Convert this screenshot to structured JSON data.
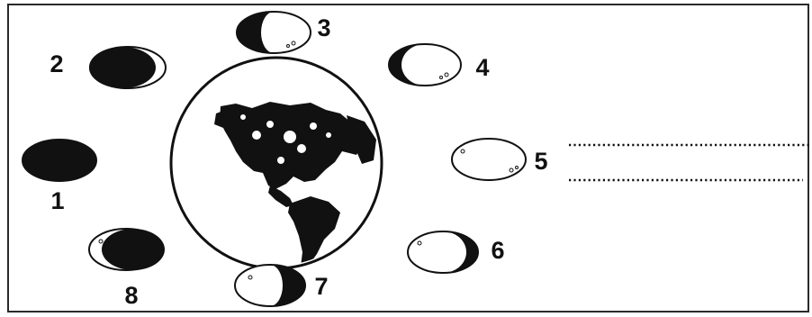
{
  "diagram": {
    "phase_labels": [
      "1",
      "2",
      "3",
      "4",
      "5",
      "6",
      "7",
      "8"
    ],
    "answer_lines": 2,
    "colors": {
      "ink": "#111111",
      "paper": "#ffffff"
    }
  }
}
